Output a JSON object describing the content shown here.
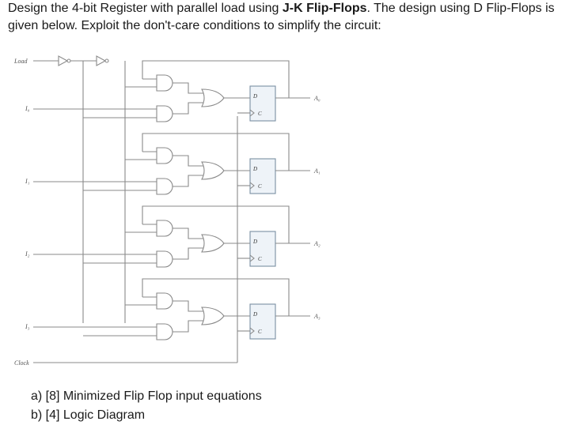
{
  "question": {
    "intro": "Design the 4-bit Register with parallel load using ",
    "emphasis": "J-K Flip-Flops",
    "rest": ". The design using D Flip-Flops is given below. Exploit the don't-care conditions to simplify the circuit:"
  },
  "diagram": {
    "load_label": "Load",
    "clock_label": "Clock",
    "inputs": [
      "I₀",
      "I₁",
      "I₂",
      "I₃"
    ],
    "outputs": [
      "A₀",
      "A₁",
      "A₂",
      "A₃"
    ],
    "ff_d": "D",
    "ff_c": "C"
  },
  "parts": [
    "a)  [8] Minimized Flip Flop input equations",
    "b)  [4] Logic Diagram"
  ]
}
